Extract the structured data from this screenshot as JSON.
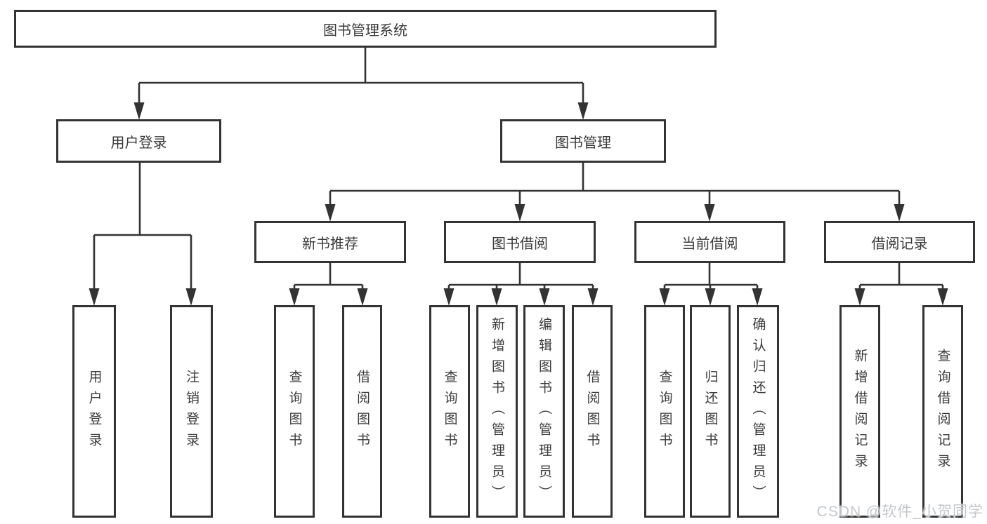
{
  "tree": {
    "root": {
      "label": "图书管理系统"
    },
    "branches": [
      {
        "label": "用户登录",
        "children": [
          {
            "label": "用户登录"
          },
          {
            "label": "注销登录"
          }
        ]
      },
      {
        "label": "图书管理",
        "children": [
          {
            "label": "新书推荐",
            "children": [
              {
                "label": "查询图书"
              },
              {
                "label": "借阅图书"
              }
            ]
          },
          {
            "label": "图书借阅",
            "children": [
              {
                "label": "查询图书"
              },
              {
                "label": "新增图书（管理员）"
              },
              {
                "label": "编辑图书（管理员）"
              },
              {
                "label": "借阅图书"
              }
            ]
          },
          {
            "label": "当前借阅",
            "children": [
              {
                "label": "查询图书"
              },
              {
                "label": "归还图书"
              },
              {
                "label": "确认归还（管理员）"
              }
            ]
          },
          {
            "label": "借阅记录",
            "children": [
              {
                "label": "新增借阅记录"
              },
              {
                "label": "查询借阅记录"
              }
            ]
          }
        ]
      }
    ]
  },
  "watermark": {
    "text": "CSDN @软件_小贺同学"
  },
  "colors": {
    "line": "#333333",
    "box_border": "#333333",
    "text": "#3a3a3a",
    "background": "#ffffff",
    "watermark": "#c3c7cb"
  }
}
